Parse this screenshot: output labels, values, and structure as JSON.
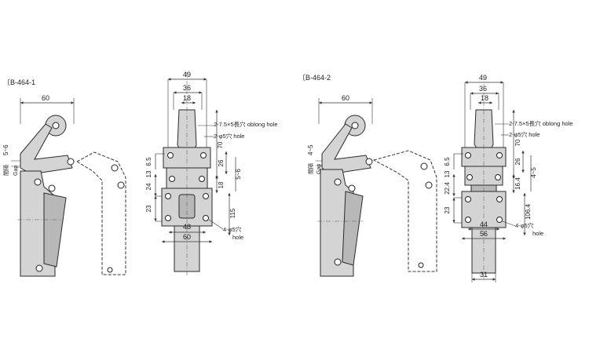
{
  "colors": {
    "part_fill": "#d4d4d4",
    "line": "#2a2a2a",
    "background": "#ffffff"
  },
  "left": {
    "model": "〔B-464-1",
    "side": {
      "width": "60",
      "gap_range": "5~6",
      "gap_jp": "間隔",
      "gap_en": "Gap"
    },
    "front": {
      "top_width": "49",
      "inner_width": "36",
      "slot_width": "18",
      "oblong_label": "2-7.5×5長穴 oblong hole",
      "hole_label": "2-φ5穴 hole",
      "left_dims": [
        "6.5",
        "13",
        "24",
        "23"
      ],
      "right_dims": [
        "70",
        "26",
        "18",
        "5~6",
        "115"
      ],
      "base_inner": "48",
      "base_outer": "60",
      "base_hole_label": "4-φ5穴",
      "base_hole_en": "hole"
    }
  },
  "right": {
    "model": "〔B-464-2",
    "side": {
      "width": "60",
      "gap_range": "4~5",
      "gap_jp": "間隔",
      "gap_en": "Gap"
    },
    "front": {
      "top_width": "49",
      "inner_width": "36",
      "slot_width": "18",
      "oblong_label": "2-7.5×5長穴 oblong hole",
      "hole_label": "2-φ5穴 hole",
      "left_dims": [
        "6.5",
        "13",
        "22.4",
        "23"
      ],
      "right_dims": [
        "70",
        "26",
        "16.4",
        "4~5",
        "106.4"
      ],
      "base_inner": "44",
      "base_outer": "56",
      "bottom_width": "31",
      "base_hole_label": "4-φ5穴",
      "base_hole_en": "hole"
    }
  }
}
